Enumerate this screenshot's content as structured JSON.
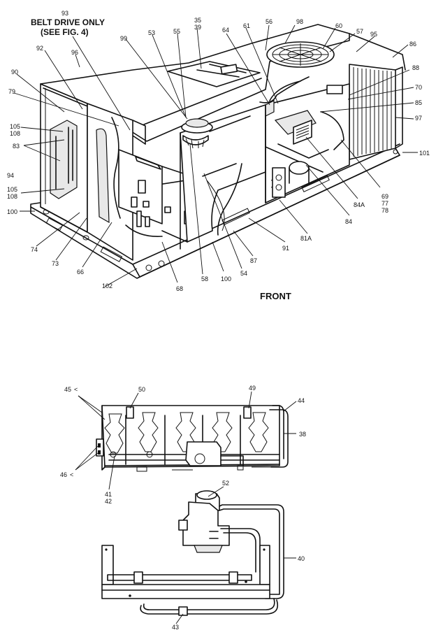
{
  "top_view": {
    "note_line1": "BELT DRIVE ONLY",
    "note_line2": "(SEE FIG. 4)",
    "front_label": "FRONT",
    "callouts": {
      "c93": "93",
      "c92": "92",
      "c96": "96",
      "c90": "90",
      "c79": "79",
      "c105a": "105",
      "c108a": "108",
      "c83": "83",
      "c94": "94",
      "c105b": "105",
      "c108b": "108",
      "c100a": "100",
      "c99": "99",
      "c53": "53",
      "c55": "55",
      "c35": "35",
      "c39": "39",
      "c64": "64",
      "c61": "61",
      "c56": "56",
      "c98": "98",
      "c60": "60",
      "c57": "57",
      "c95": "95",
      "c86": "86",
      "c88": "88",
      "c70": "70",
      "c85": "85",
      "c97": "97",
      "c101": "101",
      "c69": "69",
      "c77": "77",
      "c78": "78",
      "c84a": "84A",
      "c84": "84",
      "c81a": "81A",
      "c91": "91",
      "c87": "87",
      "c54": "54",
      "c100b": "100",
      "c58": "58",
      "c68": "68",
      "c102": "102",
      "c66": "66",
      "c73": "73",
      "c74": "74"
    }
  },
  "burner_view": {
    "callouts": {
      "c45": "45",
      "c50": "50",
      "c49": "49",
      "c44": "44",
      "c38": "38",
      "c46": "46",
      "c41": "41",
      "c42": "42",
      "c52": "52",
      "c40": "40",
      "c43": "43"
    }
  }
}
